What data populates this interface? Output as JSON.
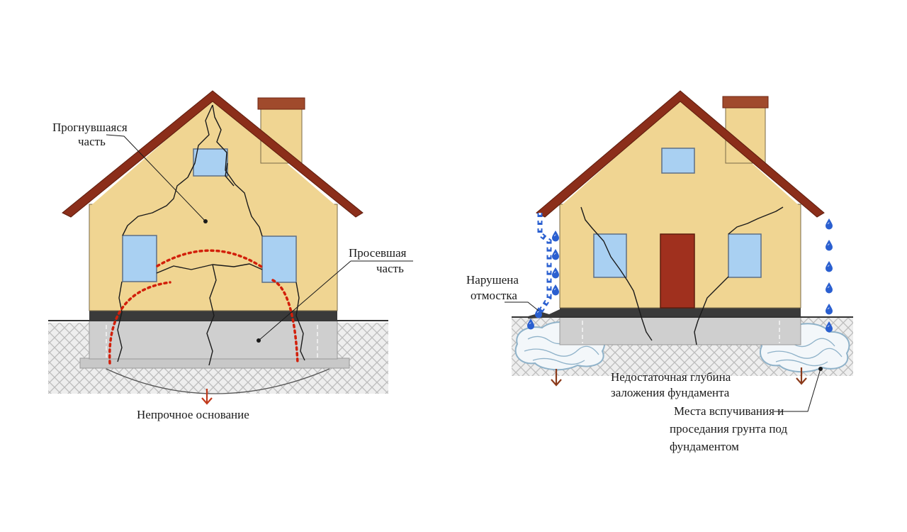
{
  "colors": {
    "wall": "#f0d592",
    "wall_stroke": "#6b5a3a",
    "roof": "#8b2e1a",
    "roof_dark": "#6e2412",
    "chimney": "#f0d592",
    "chimney_cap": "#a04a2c",
    "window": "#a9d0f2",
    "window_stroke": "#5d6f85",
    "door": "#a0301e",
    "foundation": "#cfcfcf",
    "plinth": "#3a3a3a",
    "soil": "#e6e6e6",
    "soil_hatch": "#bdbdbd",
    "crack": "#1a1a1a",
    "sag_line": "#d21f0a",
    "arrow": "#8b3a1a",
    "water": "#2a5fd0",
    "frost_cloud": "#8fb2c9"
  },
  "left_house": {
    "label_bent_line1": "Прогнувшаяся",
    "label_bent_line2": "часть",
    "label_sunken_line1": "Просевшая",
    "label_sunken_line2": "часть",
    "label_weak_base": "Непрочное основание"
  },
  "right_house": {
    "label_blind_area_line1": "Нарушена",
    "label_blind_area_line2": "отмостка",
    "label_depth_line1": "Недостаточная глубина",
    "label_depth_line2": "заложения фундамента",
    "label_heave_line1": "Места вспучивания и",
    "label_heave_line2": "проседания грунта под",
    "label_heave_line3": "фундаментом"
  }
}
